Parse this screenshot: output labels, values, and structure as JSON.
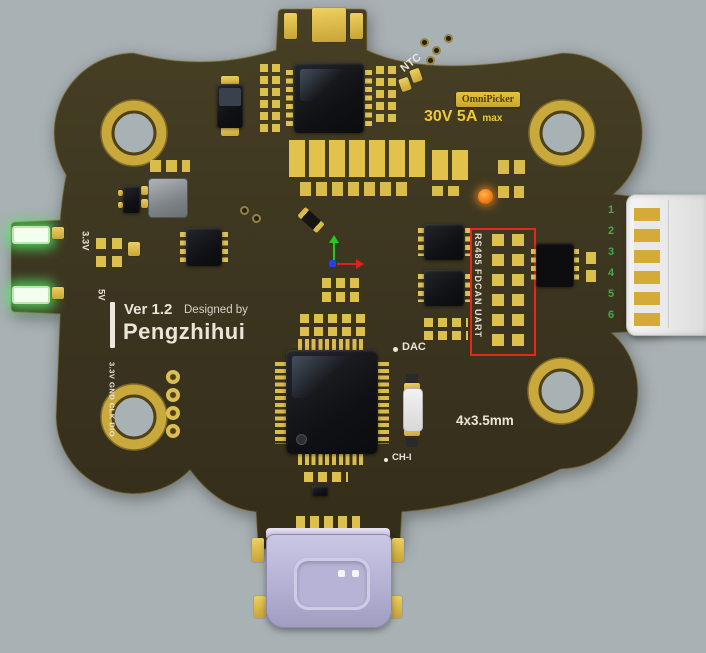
{
  "board": {
    "silkscreen": {
      "version": "Ver 1.2",
      "designed_by": "Designed by",
      "designer": "Pengzhihui",
      "ntc": "NTC",
      "dac": "DAC",
      "ch1": "CH-I",
      "mount_note": "4x3.5mm",
      "rail_3v3": "3.3V",
      "rail_5v": "5V",
      "debug_header": "3.3V GND CLK DIO",
      "interfaces": "RS485 FDCAN UART"
    },
    "badge": {
      "brand": "OmniPicker",
      "rating": "30V 5A",
      "rating_suffix": "max"
    },
    "connector": {
      "pins": [
        "1",
        "2",
        "3",
        "4",
        "5",
        "6"
      ]
    },
    "colors": {
      "background": "#a8b1b4",
      "board": "#3e3722",
      "pad_gold": "#d9ba48",
      "silkscreen": "#e9e6d8",
      "highlight_red": "#e8271c",
      "pin_number_green": "#3fae4a",
      "led_orange": "#ff8a1e",
      "usb_lavender": "#bcb8da",
      "badge_gold": "#d8b232"
    }
  }
}
